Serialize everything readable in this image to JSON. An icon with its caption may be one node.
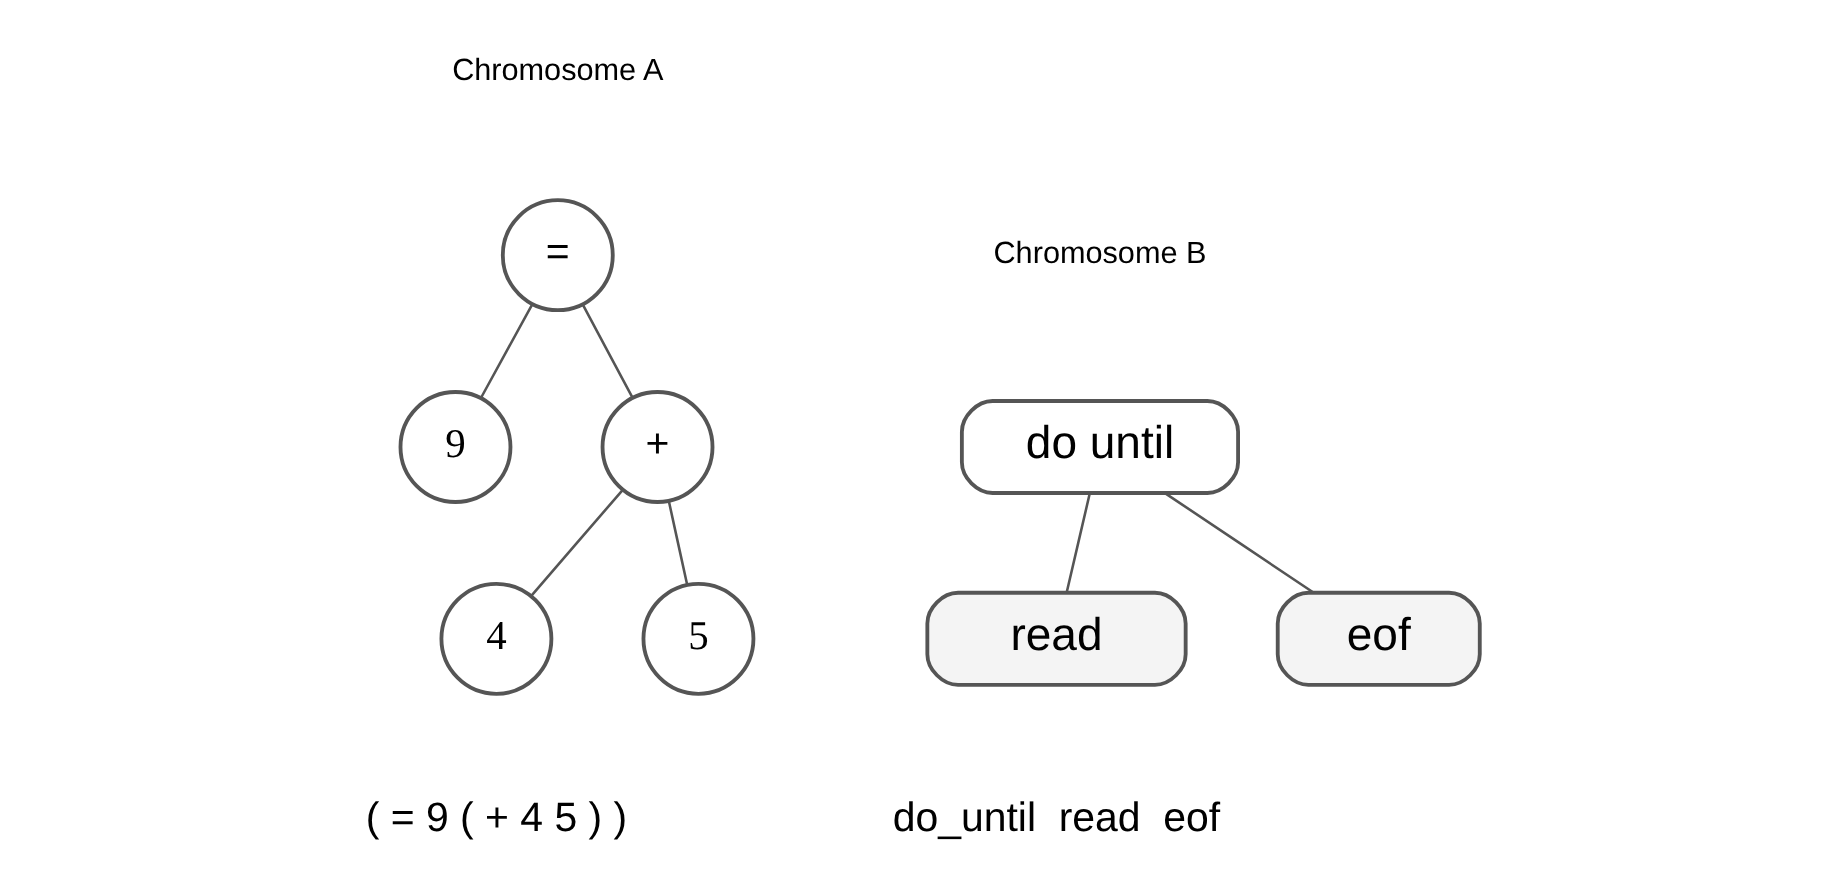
{
  "diagram": {
    "nodes": [
      {
        "text": [
          "="
        ]
      },
      {
        "text": [
          "9"
        ]
      },
      {
        "text": [
          "+"
        ]
      },
      {
        "text": [
          "4"
        ]
      },
      {
        "text": [
          "5"
        ]
      },
      {
        "text": [
          "do until"
        ]
      },
      {
        "text": [
          "read"
        ]
      },
      {
        "text": [
          "eof"
        ]
      }
    ],
    "edges": [
      {
        "from": 0,
        "to": 1,
        "arrow": "none"
      },
      {
        "from": 0,
        "to": 2,
        "arrow": "none"
      },
      {
        "from": 2,
        "to": 3,
        "arrow": "none"
      },
      {
        "from": 2,
        "to": 4,
        "arrow": "none"
      },
      {
        "from": 5,
        "to": 6,
        "arrow": "none"
      },
      {
        "from": 5,
        "to": 7,
        "arrow": "none"
      }
    ],
    "labels": [
      "Chromosome A",
      "Chromosome B",
      "( = 9 ( + 4 5 ) )",
      "do_until  read  eof"
    ]
  }
}
